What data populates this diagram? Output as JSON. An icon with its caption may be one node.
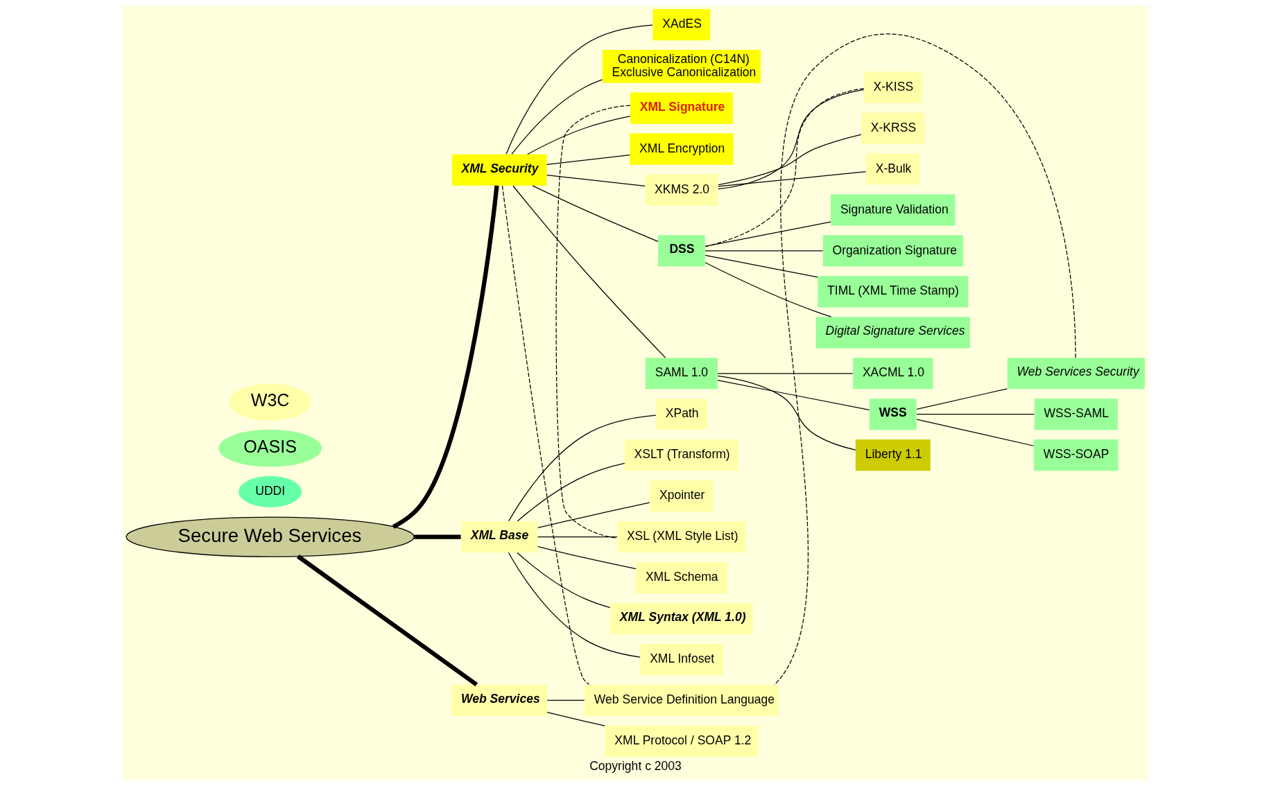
{
  "diagram": {
    "caption": "Copyright c 2003",
    "nodes": [
      {
        "text": [
          "Secure Web Services"
        ]
      },
      {
        "text": [
          "XML Security"
        ]
      },
      {
        "text": [
          "XAdES"
        ]
      },
      {
        "text": [
          "Canonicalization (C14N)",
          "Exclusive Canonicalization"
        ]
      },
      {
        "text": [
          "XML Signature"
        ]
      },
      {
        "text": [
          "XML Encryption"
        ]
      },
      {
        "text": [
          "XML Base"
        ]
      },
      {
        "text": [
          "XPath"
        ]
      },
      {
        "text": [
          "XSLT (Transform)"
        ]
      },
      {
        "text": [
          "Xpointer"
        ]
      },
      {
        "text": [
          "XSL (XML Style List)"
        ]
      },
      {
        "text": [
          "XML Schema"
        ]
      },
      {
        "text": [
          "XML Syntax (XML 1.0)"
        ]
      },
      {
        "text": [
          "XML Infoset"
        ]
      },
      {
        "text": [
          "Web Services"
        ]
      },
      {
        "text": [
          "Web Service Definition Language"
        ]
      },
      {
        "text": [
          "XML Protocol / SOAP 1.2"
        ]
      },
      {
        "text": [
          "XKMS 2.0"
        ]
      },
      {
        "text": [
          "X-KISS"
        ]
      },
      {
        "text": [
          "X-KRSS"
        ]
      },
      {
        "text": [
          "X-Bulk"
        ]
      },
      {
        "text": [
          "DSS"
        ]
      },
      {
        "text": [
          "Signature Validation"
        ]
      },
      {
        "text": [
          "Organization Signature"
        ]
      },
      {
        "text": [
          "TIML (XML Time Stamp)"
        ]
      },
      {
        "text": [
          "Digital Signature Services"
        ]
      },
      {
        "text": [
          "XACML 1.0"
        ]
      },
      {
        "text": [
          "SAML 1.0"
        ]
      },
      {
        "text": [
          "Liberty 1.1"
        ]
      },
      {
        "text": [
          "WSS"
        ]
      },
      {
        "text": [
          "Web Services Security"
        ]
      },
      {
        "text": [
          "WSS-SAML"
        ]
      },
      {
        "text": [
          "WSS-SOAP"
        ]
      },
      {
        "text": [
          "UDDI"
        ]
      }
    ],
    "edges": [
      {
        "from": 0,
        "to": 1,
        "arrow": "none",
        "style": "thick"
      },
      {
        "from": 0,
        "to": 6,
        "arrow": "none",
        "style": "thick"
      },
      {
        "from": 0,
        "to": 14,
        "arrow": "none",
        "style": "thick"
      },
      {
        "from": 1,
        "to": 2,
        "arrow": "none"
      },
      {
        "from": 1,
        "to": 3,
        "arrow": "none"
      },
      {
        "from": 1,
        "to": 4,
        "arrow": "none"
      },
      {
        "from": 1,
        "to": 5,
        "arrow": "none"
      },
      {
        "from": 1,
        "to": 17,
        "arrow": "none"
      },
      {
        "from": 1,
        "to": 21,
        "arrow": "none"
      },
      {
        "from": 1,
        "to": 27,
        "arrow": "none"
      },
      {
        "from": 6,
        "to": 7,
        "arrow": "none"
      },
      {
        "from": 6,
        "to": 8,
        "arrow": "none"
      },
      {
        "from": 6,
        "to": 9,
        "arrow": "none"
      },
      {
        "from": 6,
        "to": 10,
        "arrow": "none"
      },
      {
        "from": 6,
        "to": 11,
        "arrow": "none"
      },
      {
        "from": 6,
        "to": 12,
        "arrow": "none"
      },
      {
        "from": 6,
        "to": 13,
        "arrow": "none"
      },
      {
        "from": 14,
        "to": 15,
        "arrow": "none"
      },
      {
        "from": 14,
        "to": 16,
        "arrow": "none"
      },
      {
        "from": 17,
        "to": 18,
        "arrow": "none"
      },
      {
        "from": 17,
        "to": 19,
        "arrow": "none"
      },
      {
        "from": 17,
        "to": 20,
        "arrow": "none"
      },
      {
        "from": 21,
        "to": 22,
        "arrow": "none"
      },
      {
        "from": 21,
        "to": 23,
        "arrow": "none"
      },
      {
        "from": 21,
        "to": 24,
        "arrow": "none"
      },
      {
        "from": 21,
        "to": 25,
        "arrow": "none"
      },
      {
        "from": 27,
        "to": 26,
        "arrow": "none"
      },
      {
        "from": 27,
        "to": 28,
        "arrow": "none"
      },
      {
        "from": 27,
        "to": 29,
        "arrow": "none"
      },
      {
        "from": 29,
        "to": 30,
        "arrow": "none"
      },
      {
        "from": 29,
        "to": 31,
        "arrow": "none"
      },
      {
        "from": 29,
        "to": 32,
        "arrow": "none"
      },
      {
        "from": 21,
        "to": 18,
        "arrow": "none",
        "style": "dashed"
      },
      {
        "from": 4,
        "to": 10,
        "arrow": "none",
        "style": "dashed"
      },
      {
        "from": 1,
        "to": 15,
        "arrow": "none",
        "style": "dashed"
      },
      {
        "from": 30,
        "to": 15,
        "arrow": "none",
        "style": "dashed"
      }
    ],
    "legend": [
      {
        "text": "W3C",
        "color": "#ffffaa"
      },
      {
        "text": "OASIS",
        "color": "#99ff99"
      }
    ]
  }
}
